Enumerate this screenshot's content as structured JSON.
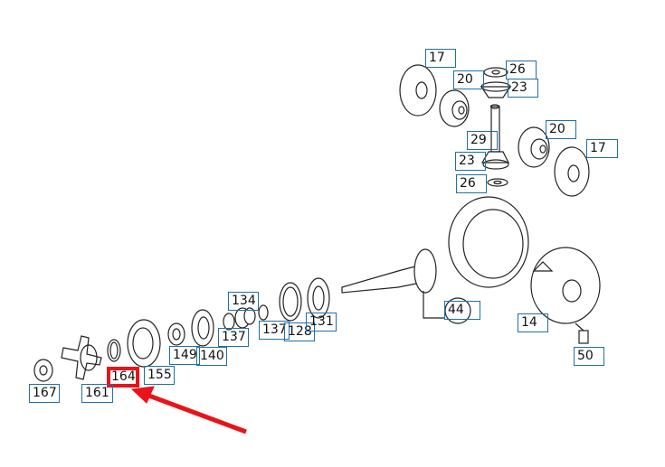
{
  "labels": {
    "l17a": "17",
    "l20a": "20",
    "l26a": "26",
    "l23a": "23",
    "l29": "29",
    "l20b": "20",
    "l17b": "17",
    "l23b": "23",
    "l26b": "26",
    "l44": "44",
    "l14": "14",
    "l50": "50",
    "l134": "134",
    "l137b": "137",
    "l128": "128",
    "l131": "131",
    "l149": "149",
    "l140": "140",
    "l137a": "137",
    "l155": "155",
    "l164": "164",
    "l161": "161",
    "l167": "167"
  },
  "highlight": {
    "part": "164",
    "color": "#e8141a"
  },
  "label_border_color": "#1f6fa8"
}
